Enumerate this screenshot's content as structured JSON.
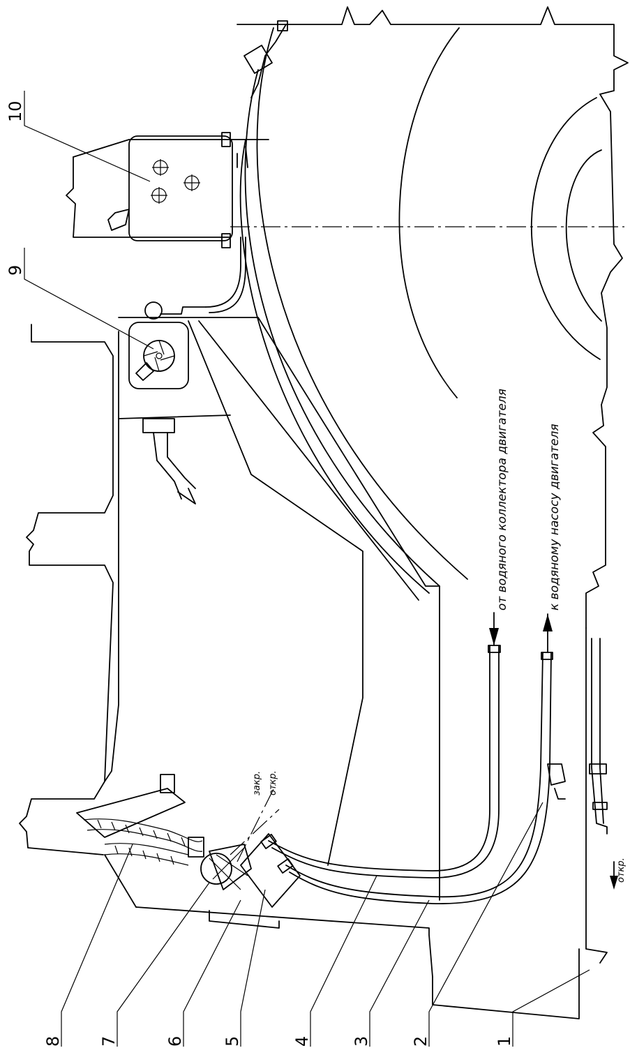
{
  "callouts": [
    {
      "id": "1",
      "text": "1"
    },
    {
      "id": "2",
      "text": "2"
    },
    {
      "id": "3",
      "text": "3"
    },
    {
      "id": "4",
      "text": "4"
    },
    {
      "id": "5",
      "text": "5"
    },
    {
      "id": "6",
      "text": "6"
    },
    {
      "id": "7",
      "text": "7"
    },
    {
      "id": "8",
      "text": "8"
    },
    {
      "id": "9",
      "text": "9"
    },
    {
      "id": "10",
      "text": "10"
    }
  ],
  "annotations": {
    "from_collector": "от водяного коллектора двигателя",
    "to_pump": "к водяному насосу двигателя",
    "closed": "закр.",
    "open_valve": "откр.",
    "open_drain": "откр."
  },
  "colors": {
    "line": "#000000",
    "background": "#ffffff"
  }
}
